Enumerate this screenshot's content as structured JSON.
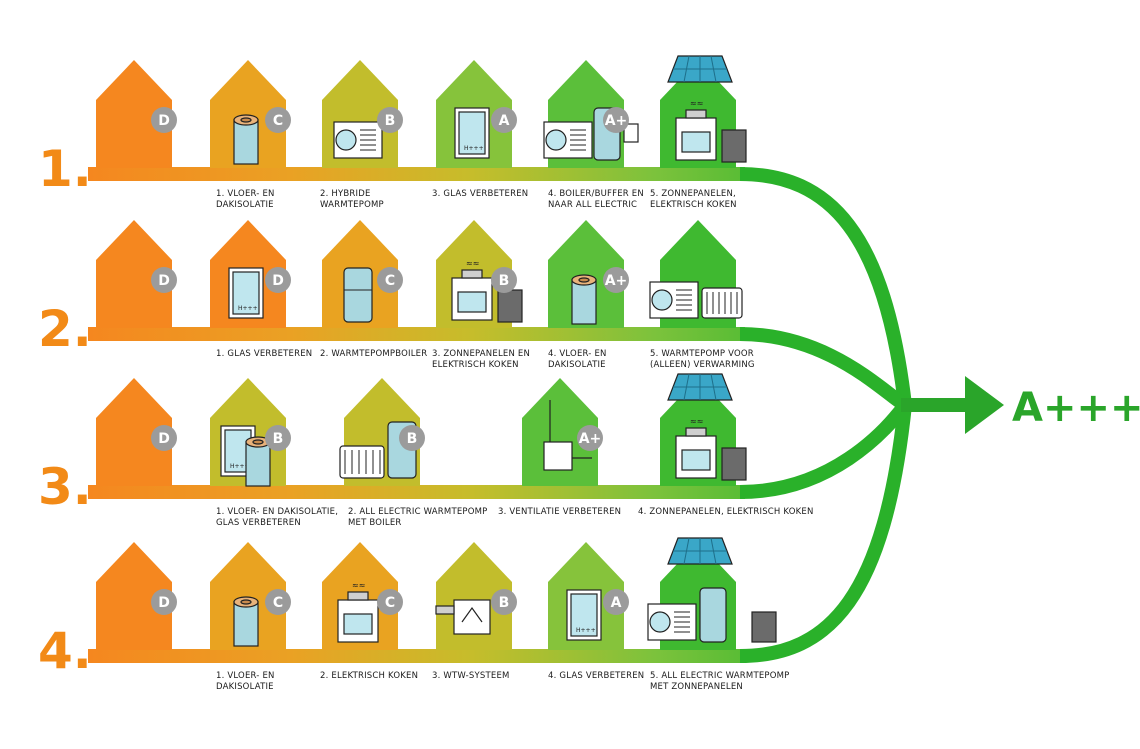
{
  "colors": {
    "D": "#f5871f",
    "C": "#e9a321",
    "B": "#c2bd2c",
    "A": "#86c33b",
    "A+": "#5bbf3a",
    "goal": "#2aa52a",
    "number": "#f28a17",
    "badge": "#9b9b9b"
  },
  "goal": {
    "label": "A+++"
  },
  "routes": [
    {
      "number": "1.",
      "houses": [
        {
          "label": "D",
          "item": "",
          "caption": []
        },
        {
          "label": "C",
          "item": "insulation-roll",
          "caption": [
            "1. VLOER- EN",
            "DAKISOLATIE"
          ]
        },
        {
          "label": "B",
          "item": "heat-pump",
          "caption": [
            "2. HYBRIDE",
            "WARMTEPOMP"
          ]
        },
        {
          "label": "A",
          "item": "window",
          "caption": [
            "3. GLAS VERBETEREN"
          ]
        },
        {
          "label": "A+",
          "item": "heat-pump-boiler",
          "caption": [
            "4. BOILER/BUFFER EN",
            "NAAR ALL ELECTRIC"
          ]
        },
        {
          "label": "",
          "item": "solar-cooking",
          "caption": [
            "5. ZONNEPANELEN,",
            "ELEKTRISCH KOKEN"
          ]
        }
      ]
    },
    {
      "number": "2.",
      "houses": [
        {
          "label": "D",
          "item": "",
          "caption": []
        },
        {
          "label": "D",
          "item": "window",
          "caption": [
            "1. GLAS VERBETEREN"
          ]
        },
        {
          "label": "C",
          "item": "boiler",
          "caption": [
            "2. WARMTEPOMPBOILER"
          ]
        },
        {
          "label": "B",
          "item": "solar-cooking",
          "caption": [
            "3. ZONNEPANELEN EN",
            "ELEKTRISCH KOKEN"
          ]
        },
        {
          "label": "A+",
          "item": "insulation-roll",
          "caption": [
            "4. VLOER- EN",
            "DAKISOLATIE"
          ]
        },
        {
          "label": "",
          "item": "heat-pump-radiator",
          "caption": [
            "5. WARMTEPOMP VOOR",
            "(ALLEEN) VERWARMING"
          ]
        }
      ]
    },
    {
      "number": "3.",
      "houses": [
        {
          "label": "D",
          "item": "",
          "caption": []
        },
        {
          "label": "B",
          "item": "window-insulation",
          "caption": [
            "1. VLOER- EN DAKISOLATIE,",
            "GLAS VERBETEREN"
          ]
        },
        {
          "label": "B",
          "item": "radiator-boiler",
          "caption": [
            "2. ALL ELECTRIC WARMTEPOMP",
            "MET BOILER"
          ]
        },
        {
          "label": "A+",
          "item": "ventilation",
          "caption": [
            "3. VENTILATIE VERBETEREN"
          ]
        },
        {
          "label": "",
          "item": "solar-cooking",
          "caption": [
            "4. ZONNEPANELEN, ELEKTRISCH KOKEN"
          ]
        }
      ]
    },
    {
      "number": "4.",
      "houses": [
        {
          "label": "D",
          "item": "",
          "caption": []
        },
        {
          "label": "C",
          "item": "insulation-roll",
          "caption": [
            "1. VLOER- EN",
            "DAKISOLATIE"
          ]
        },
        {
          "label": "C",
          "item": "stove",
          "caption": [
            "2. ELEKTRISCH KOKEN"
          ]
        },
        {
          "label": "B",
          "item": "wtw",
          "caption": [
            "3. WTW-SYSTEEM"
          ]
        },
        {
          "label": "A",
          "item": "window",
          "caption": [
            "4. GLAS VERBETEREN"
          ]
        },
        {
          "label": "",
          "item": "solar-heat-pump",
          "caption": [
            "5. ALL ELECTRIC WARMTEPOMP",
            "MET ZONNEPANELEN"
          ]
        }
      ]
    }
  ]
}
